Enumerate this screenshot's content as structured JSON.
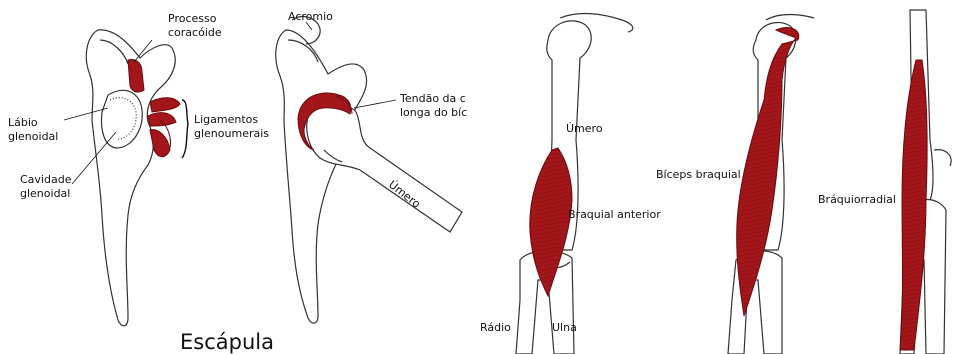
{
  "panels": {
    "shoulder_left": {
      "labels": {
        "processo_coracoide": "Processo\ncoracóide",
        "labio_glenoidal": "Lábio\nglenoidal",
        "ligamentos": "Ligamentos\nglenoumerais",
        "cavidade_glenoidal": "Cavidade\nglenoidal"
      }
    },
    "shoulder_right": {
      "labels": {
        "acromio": "Acromio",
        "tendao": "Tendão da c\nlonga do bíc",
        "umero": "Úmero"
      }
    },
    "title": "Escápula",
    "arms": {
      "labels": {
        "umero": "Úmero",
        "braquial_anterior": "Braquial anterior",
        "radio": "Rádio",
        "ulna": "Ulna",
        "biceps": "Bíceps braquial",
        "braquiorradial": "Bráquiorradial"
      }
    }
  },
  "colors": {
    "muscle": "#a3161a",
    "muscle_dark": "#7d0e12",
    "bone_stroke": "#333333",
    "bone_fill": "#ffffff"
  }
}
